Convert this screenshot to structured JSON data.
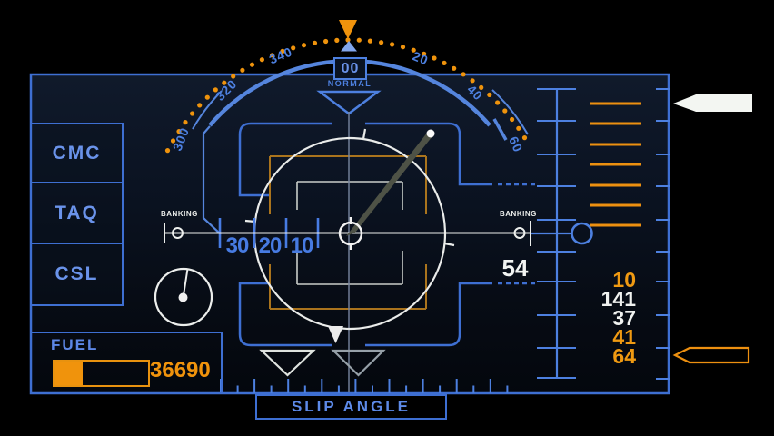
{
  "panel": {
    "left_buttons": [
      {
        "label": "CMC"
      },
      {
        "label": "TAQ"
      },
      {
        "label": "CSL"
      }
    ],
    "fuel": {
      "label": "FUEL",
      "value": "36690",
      "fill_pct": 30
    },
    "compass": {
      "center_value": "00",
      "center_label": "NORMAL",
      "labels": [
        "300",
        "320",
        "340",
        "20",
        "40",
        "60"
      ]
    },
    "banking": {
      "left_label": "BANKING",
      "right_label": "BANKING",
      "scale_labels": [
        "30",
        "20",
        "10"
      ],
      "value": "54"
    },
    "right_column": {
      "values": [
        {
          "text": "10",
          "color": "#f09a12"
        },
        {
          "text": "141",
          "color": "#f0f2f0"
        },
        {
          "text": "37",
          "color": "#f0f2f0"
        },
        {
          "text": "41",
          "color": "#f09a12"
        },
        {
          "text": "64",
          "color": "#f09a12"
        }
      ]
    },
    "slip": {
      "label": "SLIP ANGLE"
    },
    "colors": {
      "structure_blue": "#3e6fd2",
      "label_blue": "#5d8ae8",
      "orange": "#f0930c",
      "white": "#f0f2f0",
      "needle_gray": "#4e5246"
    }
  }
}
